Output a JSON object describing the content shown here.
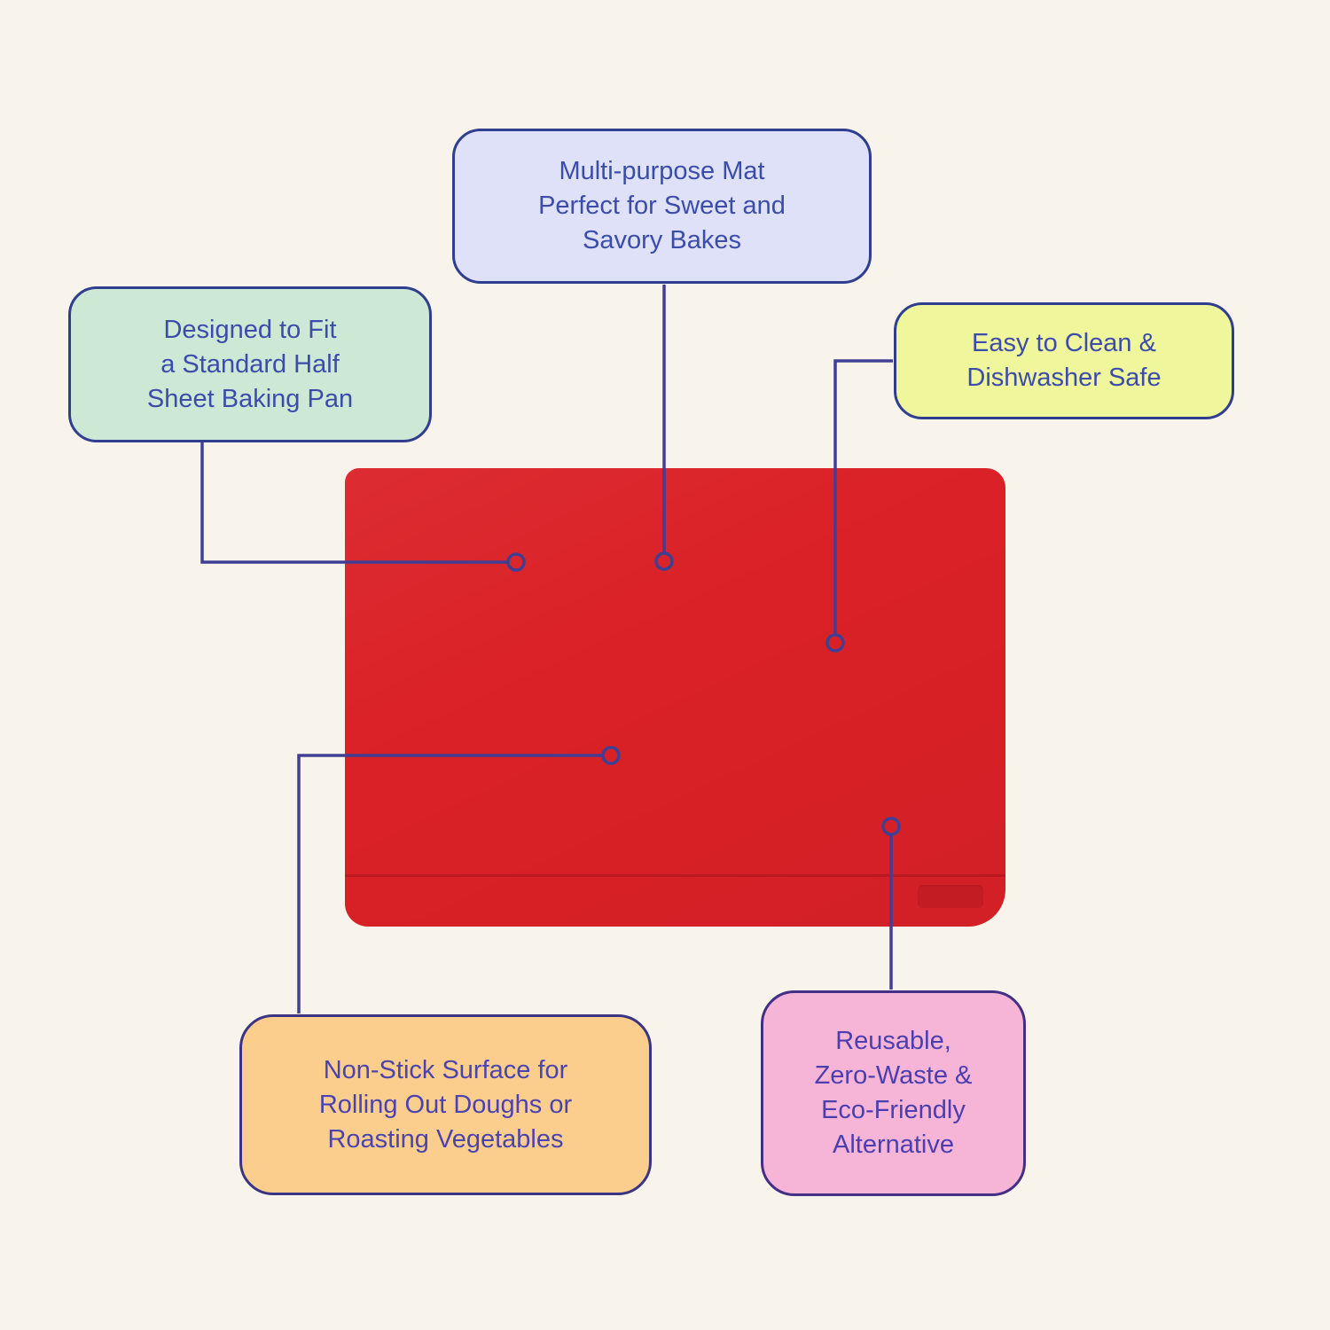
{
  "background_color": "#f8f4ec",
  "product": {
    "description": "red silicone baking mat",
    "mat_color": "#da2127"
  },
  "connector": {
    "color": "#403f93"
  },
  "callouts": [
    {
      "id": "multipurpose",
      "label": "Multi-purpose Mat\nPerfect for Sweet and\nSavory Bakes",
      "fill": "#dfe1f8",
      "border": "#2f3e8e",
      "text_color": "#3c4cab"
    },
    {
      "id": "designed-fit",
      "label": "Designed to Fit\na Standard Half\nSheet Baking Pan",
      "fill": "#cde8d5",
      "border": "#2f3e8e",
      "text_color": "#3c4cab"
    },
    {
      "id": "easy-clean",
      "label": "Easy to Clean &\nDishwasher Safe",
      "fill": "#eff69b",
      "border": "#2f3e8e",
      "text_color": "#3c4cab"
    },
    {
      "id": "non-stick",
      "label": "Non-Stick Surface for\nRolling Out Doughs or\nRoasting Vegetables",
      "fill": "#fbce8e",
      "border": "#3b3484",
      "text_color": "#4b43ae"
    },
    {
      "id": "reusable",
      "label": "Reusable,\nZero-Waste &\nEco-Friendly\nAlternative",
      "fill": "#f6b5d6",
      "border": "#432f86",
      "text_color": "#4b3fb0"
    }
  ]
}
